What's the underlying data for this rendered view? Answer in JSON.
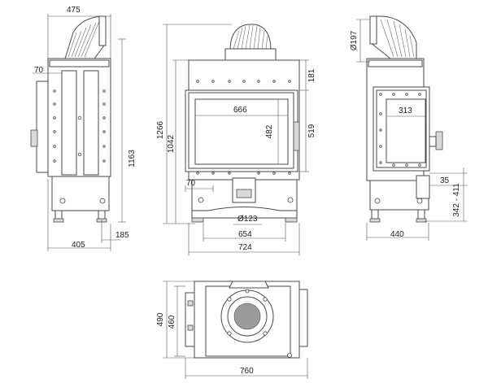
{
  "dims": {
    "side_top_width": "475",
    "side_offset": "70",
    "side_height": "1163",
    "side_base_offset": "185",
    "side_depth": "405",
    "front_height": "1266",
    "front_glass_width": "666",
    "front_top": "181",
    "front_glass_height": "482",
    "front_opening_height": "1042",
    "front_frame_height": "519",
    "front_side": "70",
    "front_pipe": "Ø123",
    "front_base": "654",
    "front_width": "724",
    "right_pipe": "Ø197",
    "right_glass_width": "313",
    "right_offset": "35",
    "right_leg_range": "342 - 411",
    "right_width": "440",
    "top_depth": "490",
    "top_inner": "460",
    "top_width": "760"
  }
}
